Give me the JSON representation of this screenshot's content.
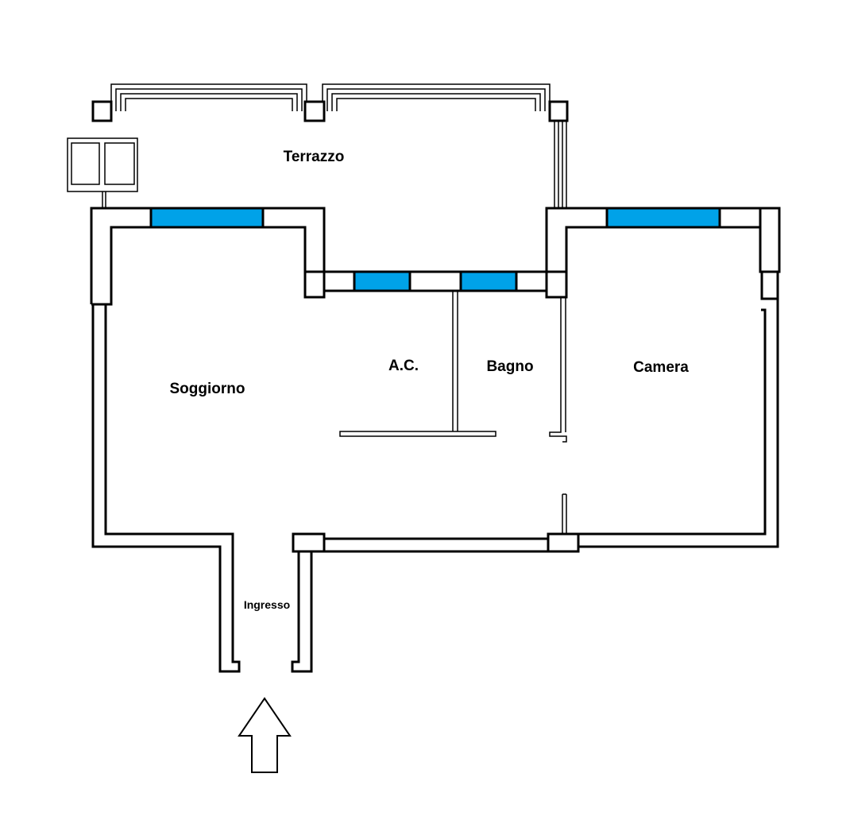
{
  "rooms": {
    "terrazzo": "Terrazzo",
    "soggiorno": "Soggiorno",
    "ac": "A.C.",
    "bagno": "Bagno",
    "camera": "Camera",
    "ingresso": "Ingresso"
  },
  "colors": {
    "window_glass": "#00a2e8",
    "wall": "#000000",
    "background": "#ffffff"
  },
  "icons": {
    "entrance": "entrance-arrow-icon"
  }
}
